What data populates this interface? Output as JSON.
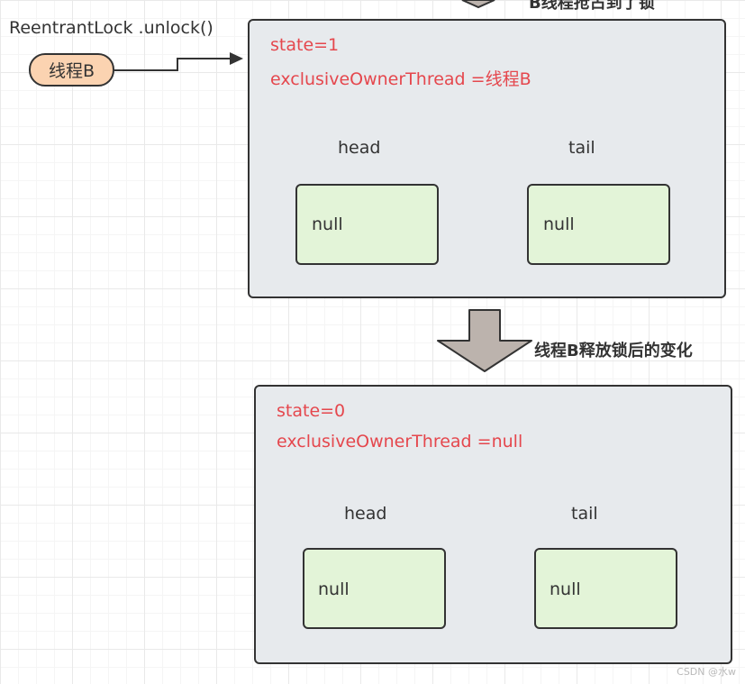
{
  "top_caption": "B线程抢占到了锁",
  "call": {
    "method": "ReentrantLock .unlock()",
    "thread": "线程B"
  },
  "before": {
    "state": "state=1",
    "owner": "exclusiveOwnerThread =线程B",
    "head_label": "head",
    "tail_label": "tail",
    "head_value": "null",
    "tail_value": "null"
  },
  "transition": {
    "caption": "线程B释放锁后的变化"
  },
  "after": {
    "state": "state=0",
    "owner": "exclusiveOwnerThread =null",
    "head_label": "head",
    "tail_label": "tail",
    "head_value": "null",
    "tail_value": "null"
  },
  "watermark": "CSDN @水w",
  "colors": {
    "state_text": "#e5474d",
    "panel_fill": "#e7eaed",
    "node_fill": "#e3f4d8",
    "thread_fill": "#fbd3b1",
    "arrow_fill": "#bcb3ad"
  }
}
